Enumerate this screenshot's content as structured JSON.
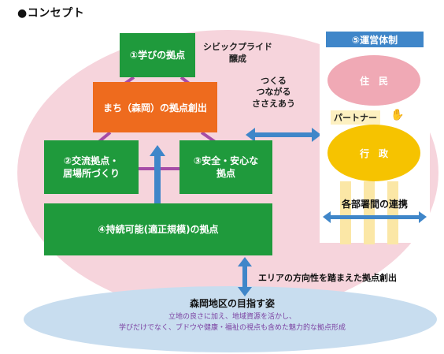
{
  "title": "●コンセプト",
  "boxes": {
    "learning": "①学びの拠点",
    "machi": "まち（森岡）の拠点創出",
    "exchange_line1": "②交流拠点・",
    "exchange_line2": "居場所づくり",
    "safety_line1": "③安全・安心な",
    "safety_line2": "拠点",
    "sustainable": "④持続可能(適正規模)の拠点"
  },
  "civic_pride": {
    "line1": "シビックプライド",
    "line2": "醸成"
  },
  "tsukuru": {
    "line1": "つくる",
    "line2": "つながる",
    "line3": "ささえあう"
  },
  "management": {
    "title": "⑤運営体制",
    "resident": "住　民",
    "partner": "パートナー",
    "admin": "行　政",
    "dept": "各部署間の連携"
  },
  "area_direction": "エリアの方向性を踏まえた拠点創出",
  "goal": {
    "title": "森岡地区の目指す姿",
    "line1": "立地の良さに加え、地域資源を活かし、",
    "line2": "学びだけでなく、ブドウや健康・福祉の視点も含めた魅力的な拠点形成"
  },
  "colors": {
    "green": "#1f9a3c",
    "orange": "#ee6b1e",
    "purple_connector": "#a64ca6",
    "blue_arrow": "#3f86c9",
    "pink_bg": "#f6d4dc",
    "light_blue_bg": "#c8ddef",
    "resident_pink": "#f0a9b5",
    "admin_yellow": "#f6c300"
  },
  "icons": {
    "partner": "handshake-icon"
  }
}
